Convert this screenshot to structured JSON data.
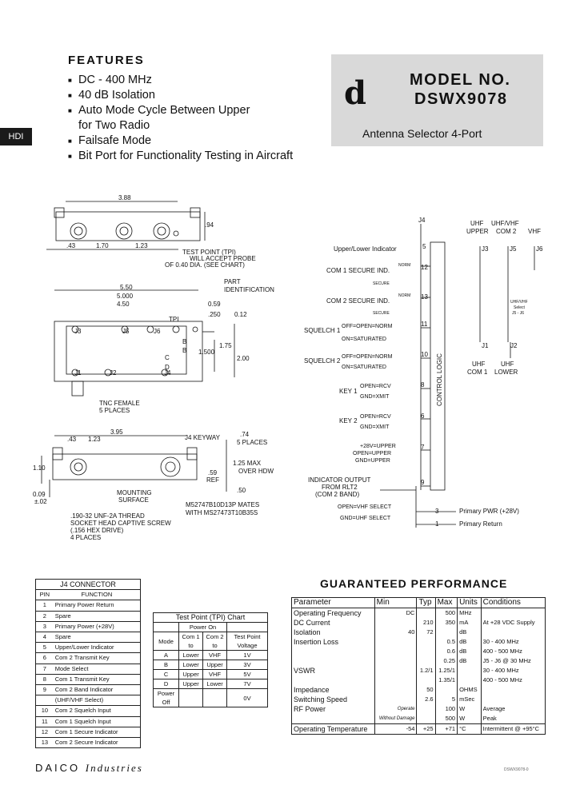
{
  "features": {
    "title": "FEATURES",
    "items": [
      "DC - 400 MHz",
      "40 dB Isolation",
      "Auto Mode Cycle Between Upper",
      "for Two Radio",
      "Failsafe Mode",
      "Bit Port for Functionality Testing in Aircraft"
    ]
  },
  "side_tab": "HDI",
  "model": {
    "line1": "MODEL NO.",
    "line2": "DSWX9078",
    "subtitle": "Antenna Selector 4-Port"
  },
  "mech": {
    "dims": [
      "3.88",
      ".94",
      ".43",
      "1.70",
      "1.23",
      "5.50",
      "5.000",
      "4.50",
      "0.59",
      "0.12",
      ".250",
      "1.75",
      "1.500",
      "2.00",
      "3.95",
      ".43",
      "1.23",
      ".74",
      "1.10",
      "1.25 MAX",
      ".59",
      "0.09",
      "±.02",
      ".50"
    ],
    "notes": [
      "TEST POINT (TPI)",
      "WILL ACCEPT PROBE",
      "OF 0.40 DIA. (SEE CHART)",
      "PART",
      "IDENTIFICATION",
      "TNC FEMALE",
      "5 PLACES",
      "J4 KEYWAY",
      "5 PLACES",
      "OVER HDW",
      "REF",
      "MOUNTING",
      "SURFACE",
      "M52747B10D13P MATES",
      "WITH MS27473T10B35S",
      ".190-32 UNF-2A THREAD",
      "SOCKET HEAD CAPTIVE SCREW",
      "(.156 HEX DRIVE)",
      "4 PLACES"
    ],
    "ports": [
      "J3",
      "J5",
      "J6",
      "J1",
      "J2",
      "J4",
      "TPI",
      "B",
      "B",
      "C",
      "D"
    ]
  },
  "schematic": {
    "connector": "J4",
    "pin_label_left": "Upper/Lower Indicator",
    "signals": [
      {
        "label": "COM 1 SECURE IND.",
        "pin": "12"
      },
      {
        "label": "COM 2 SECURE IND.",
        "pin": "13"
      },
      {
        "label": "SQUELCH 1",
        "pin": "11"
      },
      {
        "label": "SQUELCH 2",
        "pin": "10"
      },
      {
        "label": "KEY 1",
        "pin": "8"
      },
      {
        "label": "KEY 2",
        "pin": "6"
      }
    ],
    "pin5": "5",
    "pin7": "7",
    "pin9": "9",
    "small": [
      "NORM",
      "SECURE",
      "NORM",
      "SECURE",
      "OFF=OPEN=NORM",
      "ON=SATURATED",
      "OFF=OPEN=NORM",
      "ON=SATURATED",
      "OPEN=RCV",
      "GND=XMIT",
      "OPEN=RCV",
      "GND=XMIT",
      "+28V=UPPER",
      "OPEN=UPPER",
      "GND=UPPER"
    ],
    "indicator": [
      "INDICATOR OUTPUT",
      "FROM RLT2",
      "(COM 2 BAND)",
      "OPEN=VHF SELECT",
      "GND=UHF SELECT"
    ],
    "control_logic": "CONTROL LOGIC",
    "power": [
      {
        "pin": "3",
        "label": "Primary PWR (+28V)"
      },
      {
        "pin": "1",
        "label": "Primary Return"
      }
    ],
    "rf_top": [
      {
        "l1": "UHF",
        "l2": "UPPER",
        "j": "J3"
      },
      {
        "l1": "UHF/VHF",
        "l2": "COM 2",
        "j": "J5"
      },
      {
        "l1": "VHF",
        "l2": "",
        "j": "J6"
      }
    ],
    "rf_bottom": [
      {
        "j": "J1",
        "l1": "UHF",
        "l2": "COM 1"
      },
      {
        "j": "J2",
        "l1": "UHF",
        "l2": "LOWER"
      }
    ],
    "uhf_vhf_select": [
      "UHF/VHF",
      "Select",
      "J5 - J6"
    ]
  },
  "j4_table": {
    "title": "J4 CONNECTOR",
    "headers": [
      "PIN",
      "FUNCTION"
    ],
    "rows": [
      [
        "1",
        "Primary Power Return"
      ],
      [
        "2",
        "Spare"
      ],
      [
        "3",
        "Primary Power (+28V)"
      ],
      [
        "4",
        "Spare"
      ],
      [
        "5",
        "Upper/Lower Indicator"
      ],
      [
        "6",
        "Com 2 Transmit Key"
      ],
      [
        "7",
        "Mode Select"
      ],
      [
        "8",
        "Com 1 Transmit Key"
      ],
      [
        "9",
        "Com 2 Band Indicator"
      ],
      [
        "",
        "(UHF/VHF Select)"
      ],
      [
        "10",
        "Com 2 Squelch Input"
      ],
      [
        "11",
        "Com 1 Squelch Input"
      ],
      [
        "12",
        "Com 1 Secure Indicator"
      ],
      [
        "13",
        "Com 2 Secure Indicator"
      ]
    ]
  },
  "tpi_table": {
    "title": "Test Point (TPI) Chart",
    "power_on": "Power On",
    "headers": [
      "Mode",
      "Com 1 to",
      "Com 2 to",
      "Test Point Voltage"
    ],
    "rows": [
      [
        "A",
        "Lower",
        "VHF",
        "1V"
      ],
      [
        "B",
        "Lower",
        "Upper",
        "3V"
      ],
      [
        "C",
        "Upper",
        "VHF",
        "5V"
      ],
      [
        "D",
        "Upper",
        "Lower",
        "7V"
      ],
      [
        "Power Off",
        "",
        "",
        "0V"
      ]
    ]
  },
  "performance": {
    "title": "GUARANTEED PERFORMANCE",
    "headers": [
      "Parameter",
      "Min",
      "Typ",
      "Max",
      "Units",
      "Conditions"
    ],
    "rows": [
      [
        "Operating Frequency",
        "DC",
        "",
        "500",
        "MHz",
        ""
      ],
      [
        "DC Current",
        "",
        "210",
        "350",
        "mA",
        "At +28 VDC Supply"
      ],
      [
        "Isolation",
        "40",
        "72",
        "",
        "dB",
        ""
      ],
      [
        "Insertion Loss",
        "",
        "",
        "0.5",
        "dB",
        "30 - 400 MHz"
      ],
      [
        "",
        "",
        "",
        "0.6",
        "dB",
        "400 - 500 MHz"
      ],
      [
        "",
        "",
        "",
        "0.25",
        "dB",
        "J5 - J6 @ 30 MHz"
      ],
      [
        "VSWR",
        "",
        "1.2/1",
        "1.25/1",
        "",
        "30 - 400 MHz"
      ],
      [
        "",
        "",
        "",
        "1.35/1",
        "",
        "400 - 500 MHz"
      ],
      [
        "Impedance",
        "",
        "50",
        "",
        "OHMS",
        ""
      ],
      [
        "Switching Speed",
        "",
        "2.6",
        "5",
        "mSec",
        ""
      ],
      [
        "RF Power",
        "Operate",
        "",
        "100",
        "W",
        "Average"
      ],
      [
        "",
        "Without Damage",
        "",
        "500",
        "W",
        "Peak"
      ],
      [
        "Operating Temperature",
        "-54",
        "+25",
        "+71",
        "°C",
        "Intermittent @ +95°C"
      ]
    ]
  },
  "footer": {
    "brand": "DAICO",
    "industries": "Industries",
    "code": "DSWX9078-0"
  }
}
